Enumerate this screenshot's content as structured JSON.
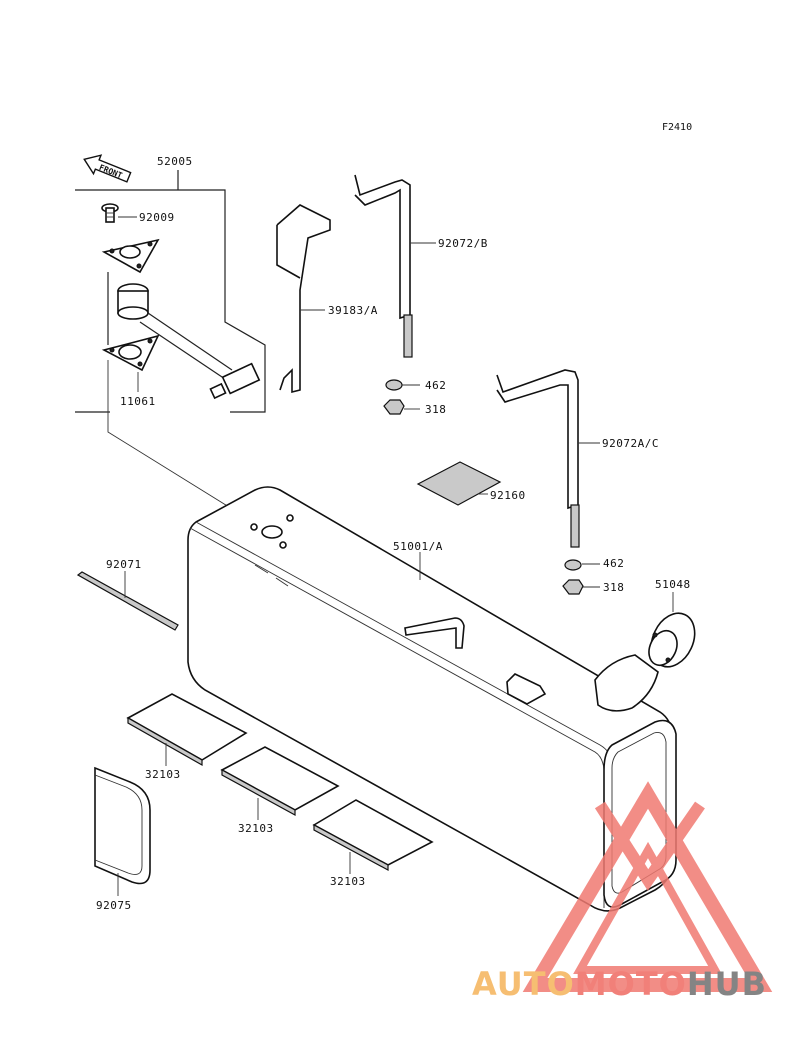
{
  "figure_code": "F2410",
  "front_arrow_label": "FRONT",
  "parts": {
    "p52005": "52005",
    "p92009": "92009",
    "p11061": "11061",
    "p39183A": "39183/A",
    "p92072B": "92072/B",
    "p462a": "462",
    "p318a": "318",
    "p92072AC": "92072A/C",
    "p92160": "92160",
    "p51001A": "51001/A",
    "p462b": "462",
    "p318b": "318",
    "p51048": "51048",
    "p92071": "92071",
    "p32103a": "32103",
    "p32103b": "32103",
    "p32103c": "32103",
    "p92075": "92075"
  },
  "watermark": {
    "part1": "AUTO",
    "part2": "MOTO",
    "part3": "HUB",
    "colors": {
      "auto": "#f5b35a",
      "moto": "#ef6a62",
      "hub": "#6f6f6f",
      "triangle": "#f07a72"
    }
  }
}
